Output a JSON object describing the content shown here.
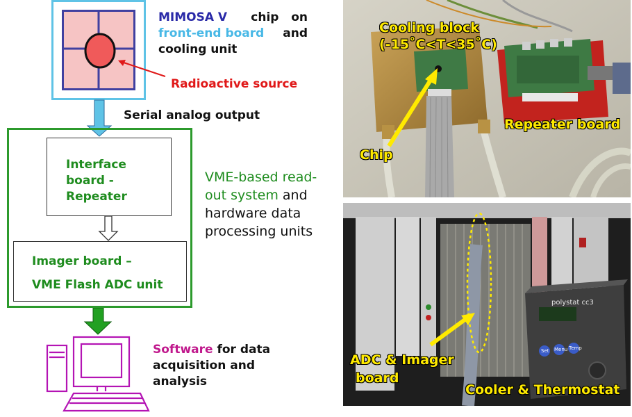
{
  "chip_panel": {
    "title_parts": [
      "MIMOSA V",
      " chip on ",
      "front-end board",
      " and cooling unit"
    ],
    "source_label": "Radioactive source"
  },
  "flow": {
    "serial_label": "Serial analog output",
    "interface_board": "Interface board - Repeater",
    "imager_board_line1": "Imager board –",
    "imager_board_line2": "VME Flash ADC unit",
    "vme_text_green": "VME-based read-out system",
    "vme_text_black": " and hardware data processing units",
    "software_colored": "Software",
    "software_rest": " for data acquisition and analysis"
  },
  "photo_top": {
    "cooling_block_line1": "Cooling block",
    "cooling_block_line2": "(-15˚C<T<35˚C)",
    "repeater_label": "Repeater board",
    "chip_label": "Chip"
  },
  "photo_bottom": {
    "adc_label_line1": "ADC & Imager",
    "adc_label_line2": "board",
    "cooler_label": "Cooler & Thermostat",
    "device_brand": "polystat cc3",
    "device_buttons": [
      "Set",
      "Menu",
      "Temp"
    ]
  },
  "colors": {
    "mimosa_blue": "#2a2aa8",
    "frontend_cyan": "#48b8e6",
    "source_red": "#e01818",
    "vme_green": "#1e8c1e",
    "software_magenta": "#c0188c",
    "computer_purple": "#b414b4",
    "label_yellow": "#ffea00"
  }
}
